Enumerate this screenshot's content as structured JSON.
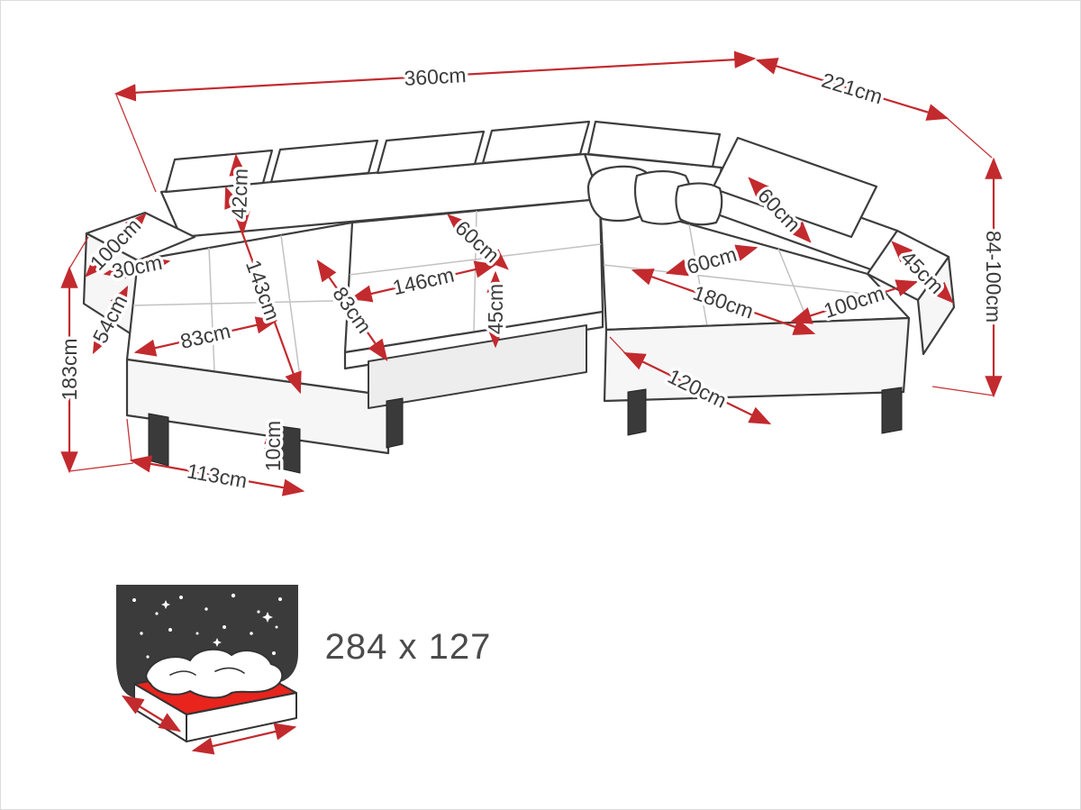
{
  "diagram": {
    "type": "corner-sofa-dimension-drawing",
    "unit": "cm"
  },
  "dimensions": {
    "overall_width": "360cm",
    "overall_depth": "221cm",
    "overall_height": "84-100cm",
    "left_side_depth": "100cm",
    "left_armrest_width": "30cm",
    "left_armrest_height": "54cm",
    "left_chaise_total_depth": "183cm",
    "left_chaise_front_width": "113cm",
    "leg_height": "10cm",
    "left_chaise_seat_width": "83cm",
    "left_chaise_seat_length": "143cm",
    "backrest_height": "42cm",
    "center_seat_depth": "83cm",
    "center_seat_width": "146cm",
    "corner_seat_depth": "60cm",
    "seat_height": "45cm",
    "right_headrest_width": "60cm",
    "right_seat_depth": "60cm",
    "right_section_length": "180cm",
    "right_chaise_width": "100cm",
    "right_armrest_width": "45cm",
    "right_chaise_depth": "120cm"
  },
  "sleeping_area": {
    "label": "284 x 127"
  },
  "colors": {
    "dimension_line": "#c22a2e",
    "outline": "#3d3d3d",
    "label_text": "#3c3c3c",
    "seam": "#c2c2c2",
    "panel_shade": "#f6f6f6",
    "base_shade": "#ededed",
    "leg": "#3a3a3a",
    "night_sky": "#3b3b3b",
    "mattress_highlight": "#e8241d",
    "big_label_text": "#4b4b4b"
  }
}
